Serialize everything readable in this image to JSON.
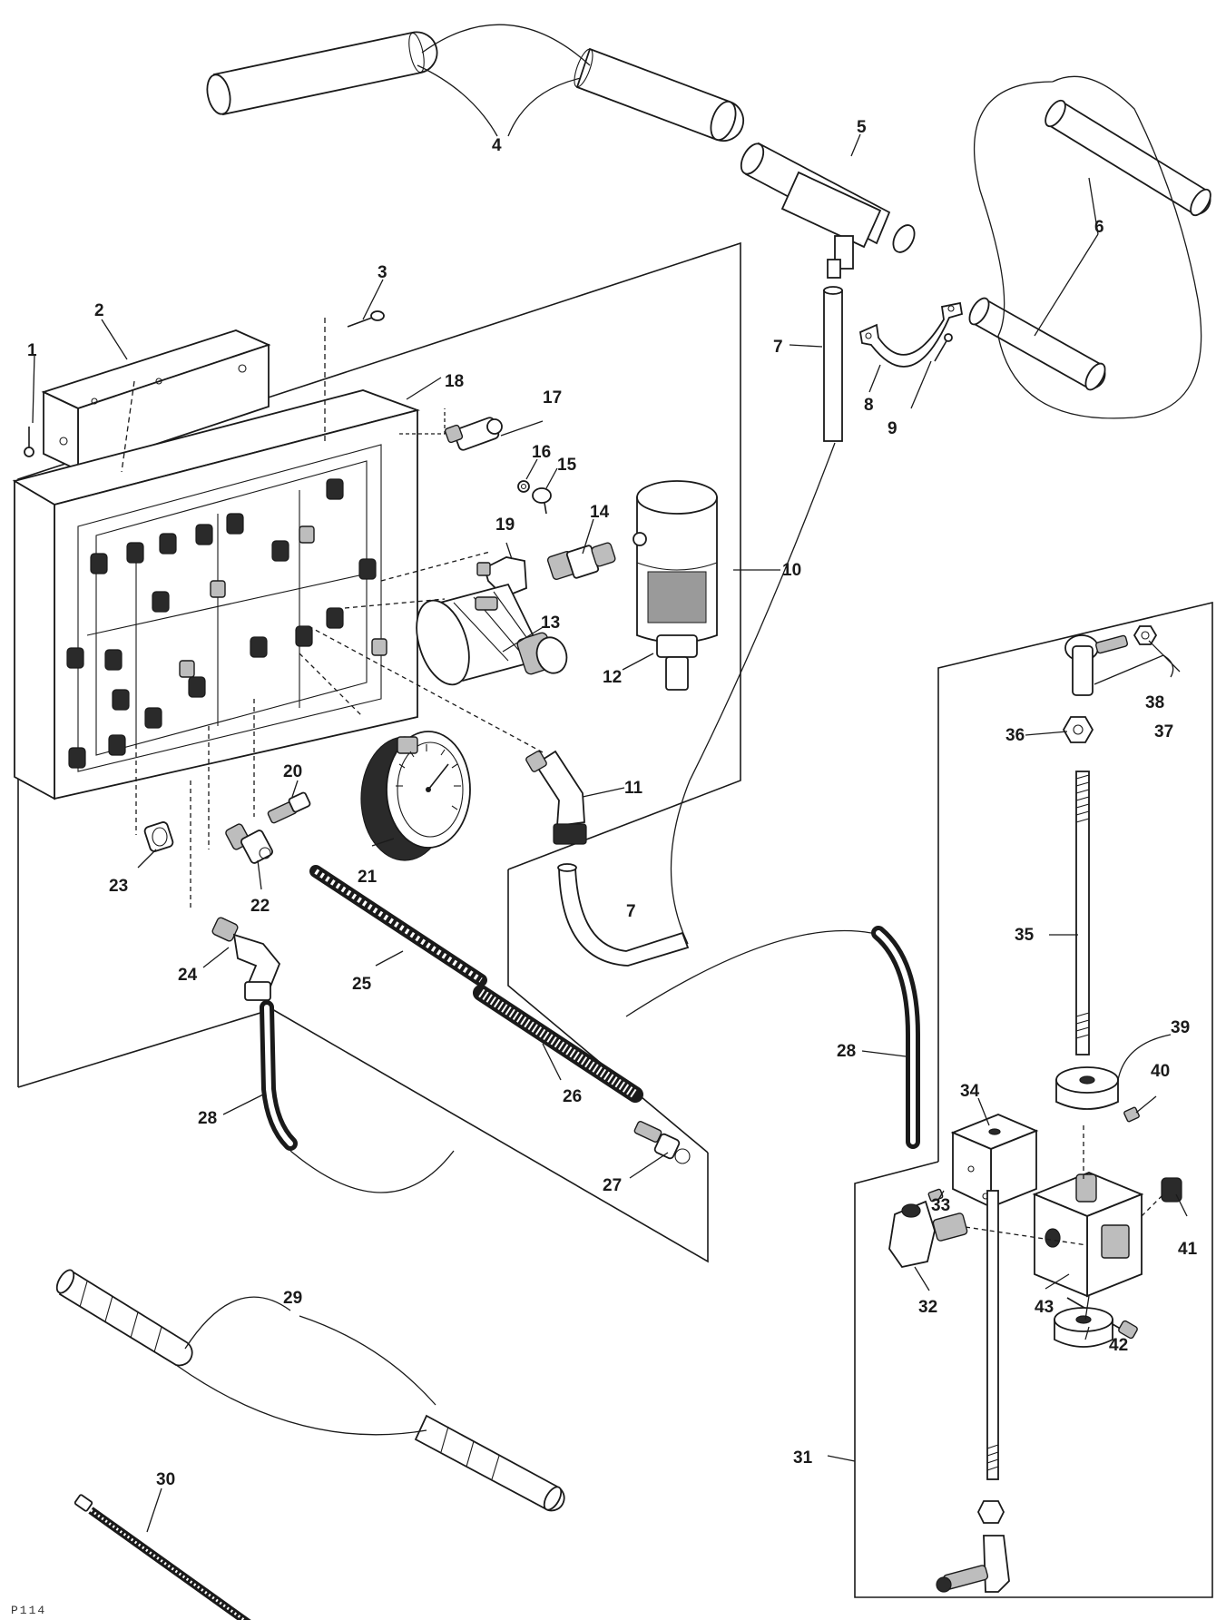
{
  "figure": {
    "figure_id": "P114"
  },
  "callouts": [
    {
      "id": "1",
      "label": "1"
    },
    {
      "id": "2",
      "label": "2"
    },
    {
      "id": "3",
      "label": "3"
    },
    {
      "id": "4",
      "label": "4"
    },
    {
      "id": "5",
      "label": "5"
    },
    {
      "id": "6",
      "label": "6"
    },
    {
      "id": "7a",
      "label": "7"
    },
    {
      "id": "7b",
      "label": "7"
    },
    {
      "id": "8",
      "label": "8"
    },
    {
      "id": "9",
      "label": "9"
    },
    {
      "id": "10",
      "label": "10"
    },
    {
      "id": "11",
      "label": "11"
    },
    {
      "id": "12",
      "label": "12"
    },
    {
      "id": "13",
      "label": "13"
    },
    {
      "id": "14",
      "label": "14"
    },
    {
      "id": "15",
      "label": "15"
    },
    {
      "id": "16",
      "label": "16"
    },
    {
      "id": "17",
      "label": "17"
    },
    {
      "id": "18",
      "label": "18"
    },
    {
      "id": "19",
      "label": "19"
    },
    {
      "id": "20",
      "label": "20"
    },
    {
      "id": "21",
      "label": "21"
    },
    {
      "id": "22",
      "label": "22"
    },
    {
      "id": "23",
      "label": "23"
    },
    {
      "id": "24",
      "label": "24"
    },
    {
      "id": "25",
      "label": "25"
    },
    {
      "id": "26",
      "label": "26"
    },
    {
      "id": "27",
      "label": "27"
    },
    {
      "id": "28a",
      "label": "28"
    },
    {
      "id": "28b",
      "label": "28"
    },
    {
      "id": "29",
      "label": "29"
    },
    {
      "id": "30",
      "label": "30"
    },
    {
      "id": "31",
      "label": "31"
    },
    {
      "id": "32",
      "label": "32"
    },
    {
      "id": "33",
      "label": "33"
    },
    {
      "id": "34",
      "label": "34"
    },
    {
      "id": "35",
      "label": "35"
    },
    {
      "id": "36",
      "label": "36"
    },
    {
      "id": "37",
      "label": "37"
    },
    {
      "id": "38",
      "label": "38"
    },
    {
      "id": "39",
      "label": "39"
    },
    {
      "id": "40",
      "label": "40"
    },
    {
      "id": "41",
      "label": "41"
    },
    {
      "id": "42",
      "label": "42"
    },
    {
      "id": "43",
      "label": "43"
    }
  ]
}
